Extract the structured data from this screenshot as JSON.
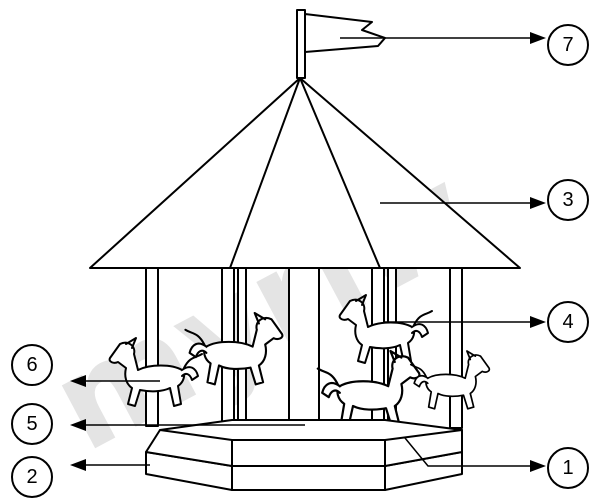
{
  "watermark": "myriw",
  "labels": [
    {
      "id": "1",
      "text": "1"
    },
    {
      "id": "2",
      "text": "2"
    },
    {
      "id": "3",
      "text": "3"
    },
    {
      "id": "4",
      "text": "4"
    },
    {
      "id": "5",
      "text": "5"
    },
    {
      "id": "6",
      "text": "6"
    },
    {
      "id": "7",
      "text": "7"
    }
  ]
}
